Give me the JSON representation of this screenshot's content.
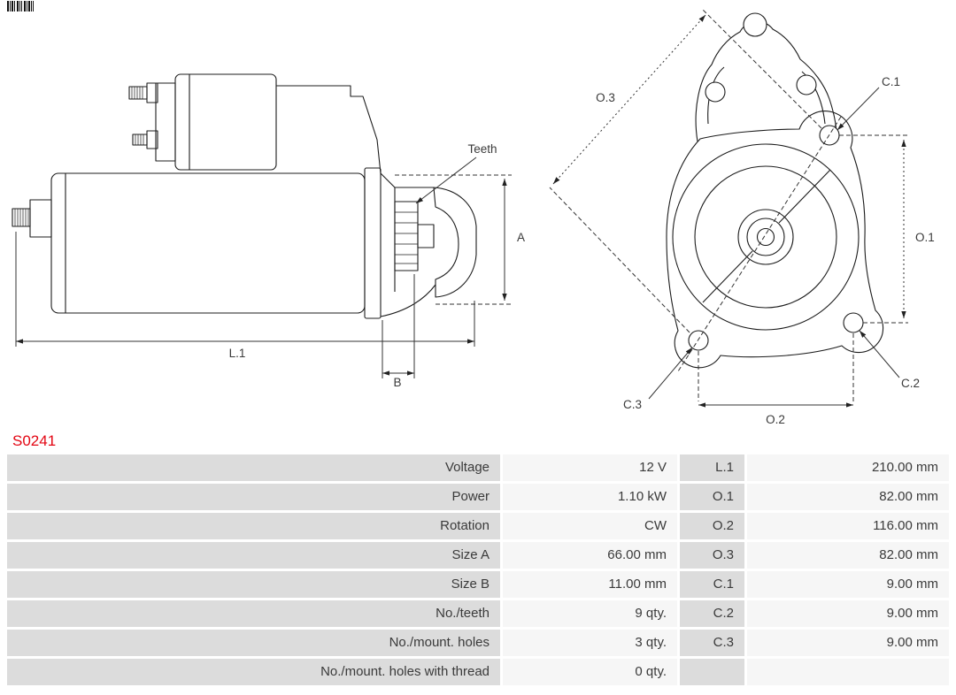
{
  "part": {
    "number": "S0241"
  },
  "colors": {
    "part_number": "#e30613",
    "row_label_bg": "#dcdcdc",
    "row_value_bg": "#f6f6f6"
  },
  "icons": [
    {
      "name": "barcode-icon"
    }
  ],
  "diagram": {
    "labels": {
      "teeth": "Teeth",
      "a": "A",
      "l1": "L.1",
      "b": "B",
      "o1": "O.1",
      "o2": "O.2",
      "o3": "O.3",
      "c1": "C.1",
      "c2": "C.2",
      "c3": "C.3"
    }
  },
  "table": {
    "rows": [
      {
        "label": "Voltage",
        "value": "12 V",
        "label2": "L.1",
        "value2": "210.00 mm"
      },
      {
        "label": "Power",
        "value": "1.10 kW",
        "label2": "O.1",
        "value2": "82.00 mm"
      },
      {
        "label": "Rotation",
        "value": "CW",
        "label2": "O.2",
        "value2": "116.00 mm"
      },
      {
        "label": "Size A",
        "value": "66.00 mm",
        "label2": "O.3",
        "value2": "82.00 mm"
      },
      {
        "label": "Size B",
        "value": "11.00 mm",
        "label2": "C.1",
        "value2": "9.00 mm"
      },
      {
        "label": "No./teeth",
        "value": "9 qty.",
        "label2": "C.2",
        "value2": "9.00 mm"
      },
      {
        "label": "No./mount. holes",
        "value": "3 qty.",
        "label2": "C.3",
        "value2": "9.00 mm"
      },
      {
        "label": "No./mount. holes with thread",
        "value": "0 qty.",
        "label2": "",
        "value2": ""
      }
    ]
  }
}
